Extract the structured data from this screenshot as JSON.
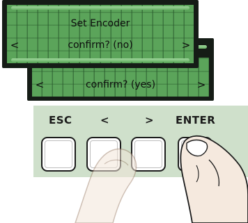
{
  "screens": {
    "before": {
      "title": "Set Encoder",
      "left_arrow": "<",
      "prompt": "confirm? (no)",
      "right_arrow": ">"
    },
    "after": {
      "left_arrow": "<",
      "prompt": "confirm? (yes)",
      "right_arrow": ">"
    }
  },
  "keypad": {
    "keys": [
      {
        "label": "ESC"
      },
      {
        "label": "<"
      },
      {
        "label": ">"
      },
      {
        "label": "ENTER"
      }
    ]
  },
  "colors": {
    "lcd_background": "#5ba45a",
    "lcd_frame": "#151c16",
    "keypad_background": "#cfe0cb"
  },
  "icons": {
    "finger_translucent": "pointing-finger-icon",
    "finger_pressing": "pressing-finger-icon"
  }
}
